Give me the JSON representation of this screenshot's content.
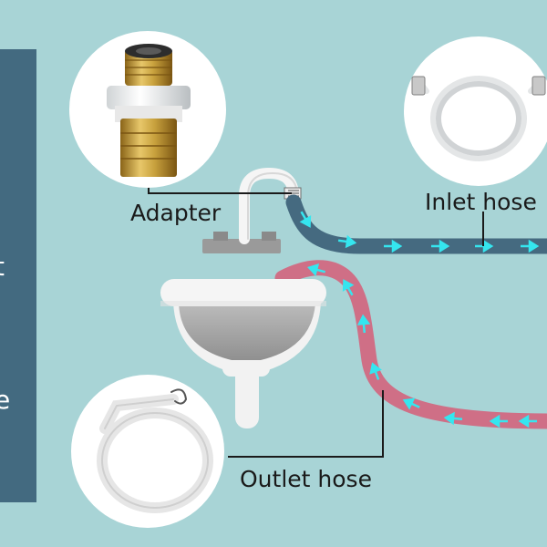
{
  "labels": {
    "adapter": "Adapter",
    "inlet_hose": "Inlet hose",
    "outlet_hose": "Outlet hose"
  },
  "side_panel_fragments": [
    "t",
    "e"
  ],
  "colors": {
    "background": "#a8d4d6",
    "side_panel": "#436a80",
    "inlet_hose": "#456a80",
    "outlet_hose": "#cf6f86",
    "flow_arrow": "#35e6ef",
    "brass": "#c9a23e",
    "porcelain": "#f2f2f2"
  },
  "icons": {
    "adapter": "brass-adapter-icon",
    "inlet": "coiled-inlet-hose-icon",
    "outlet": "coiled-outlet-hose-icon",
    "sink": "wash-basin-icon",
    "faucet": "faucet-icon"
  }
}
